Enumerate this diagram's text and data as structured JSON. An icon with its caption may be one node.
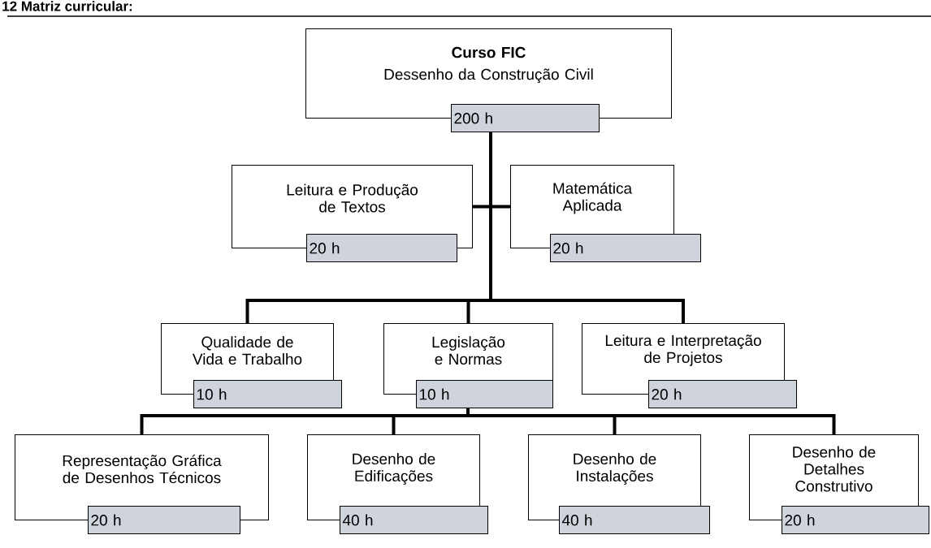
{
  "diagram": {
    "title": "12 Matriz curricular:",
    "nodes": [
      {
        "text": [
          "Curso FIC",
          "Dessenho da Construção Civil"
        ],
        "beside": [
          "200 h"
        ]
      },
      {
        "text": [
          "Leitura e Produção de Textos"
        ],
        "beside": [
          "20 h"
        ]
      },
      {
        "text": [
          "Matemática Aplicada"
        ],
        "beside": [
          "20 h"
        ]
      },
      {
        "text": [
          "Qualidade de Vida e Trabalho"
        ],
        "beside": [
          "10 h"
        ]
      },
      {
        "text": [
          "Legislação e Normas"
        ],
        "beside": [
          "10 h"
        ]
      },
      {
        "text": [
          "Leitura e Interpretação de Projetos"
        ],
        "beside": [
          "20 h"
        ]
      },
      {
        "text": [
          "Representação Gráfica de Desenhos Técnicos"
        ],
        "beside": [
          "20 h"
        ]
      },
      {
        "text": [
          "Desenho de Edificações"
        ],
        "beside": [
          "40 h"
        ]
      },
      {
        "text": [
          "Desenho de Instalações"
        ],
        "beside": [
          "40 h"
        ]
      },
      {
        "text": [
          "Desenho de Detalhes Construtivo"
        ],
        "beside": [
          "20 h"
        ]
      }
    ],
    "edges": [
      {
        "from": 0,
        "to": 1,
        "arrow": "none"
      },
      {
        "from": 0,
        "to": 2,
        "arrow": "none"
      },
      {
        "from": 0,
        "to": 3,
        "arrow": "none"
      },
      {
        "from": 0,
        "to": 4,
        "arrow": "none"
      },
      {
        "from": 0,
        "to": 5,
        "arrow": "none"
      },
      {
        "from": 4,
        "to": 6,
        "arrow": "none"
      },
      {
        "from": 4,
        "to": 7,
        "arrow": "none"
      },
      {
        "from": 4,
        "to": 8,
        "arrow": "none"
      },
      {
        "from": 4,
        "to": 9,
        "arrow": "none"
      }
    ]
  }
}
